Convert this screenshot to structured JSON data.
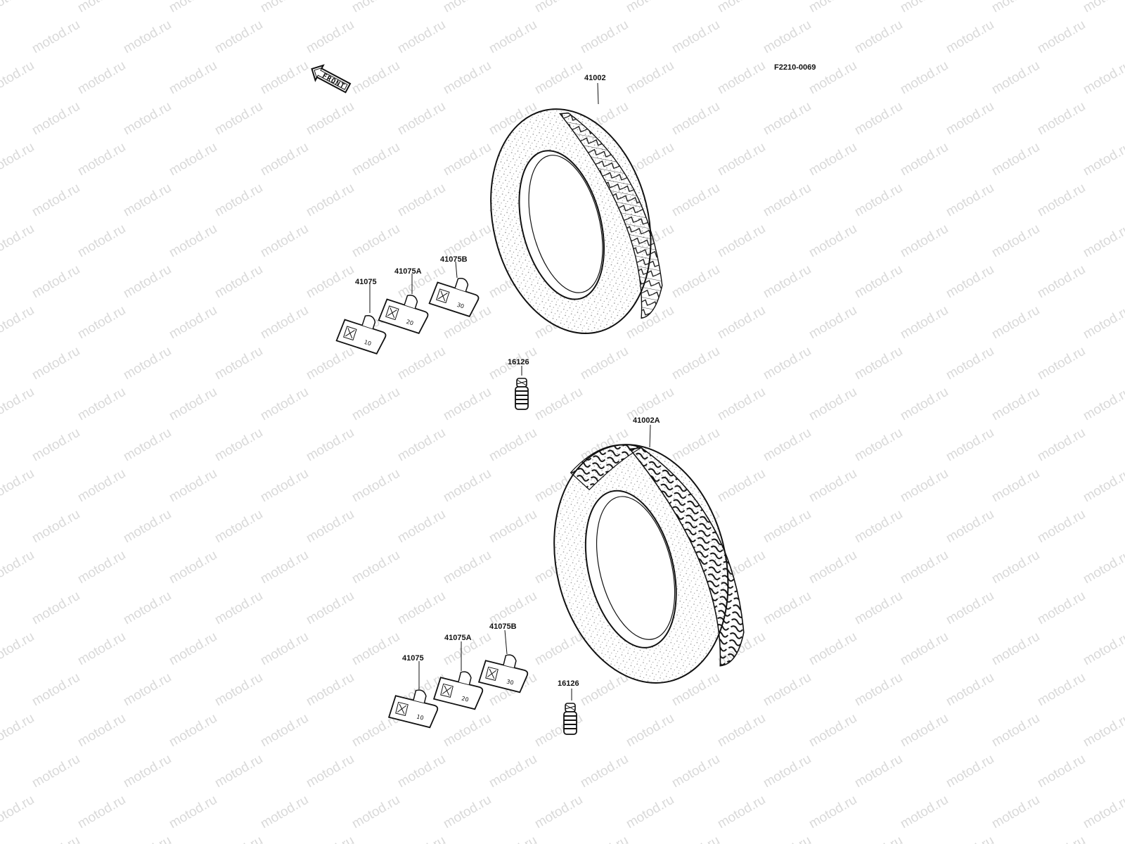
{
  "watermark": "motod.ru",
  "figure_code": "F2210-0069",
  "front_arrow_label": "FRONT",
  "front_tire": {
    "part_no": "41002",
    "weights": [
      {
        "part_no": "41075",
        "value": "10"
      },
      {
        "part_no": "41075A",
        "value": "20"
      },
      {
        "part_no": "41075B",
        "value": "30"
      }
    ],
    "valve_part_no": "16126"
  },
  "rear_tire": {
    "part_no": "41002A",
    "weights": [
      {
        "part_no": "41075",
        "value": "10"
      },
      {
        "part_no": "41075A",
        "value": "20"
      },
      {
        "part_no": "41075B",
        "value": "30"
      }
    ],
    "valve_part_no": "16126"
  },
  "colors": {
    "ink": "#111111",
    "watermark": "#d9d9d9",
    "background": "#ffffff"
  }
}
